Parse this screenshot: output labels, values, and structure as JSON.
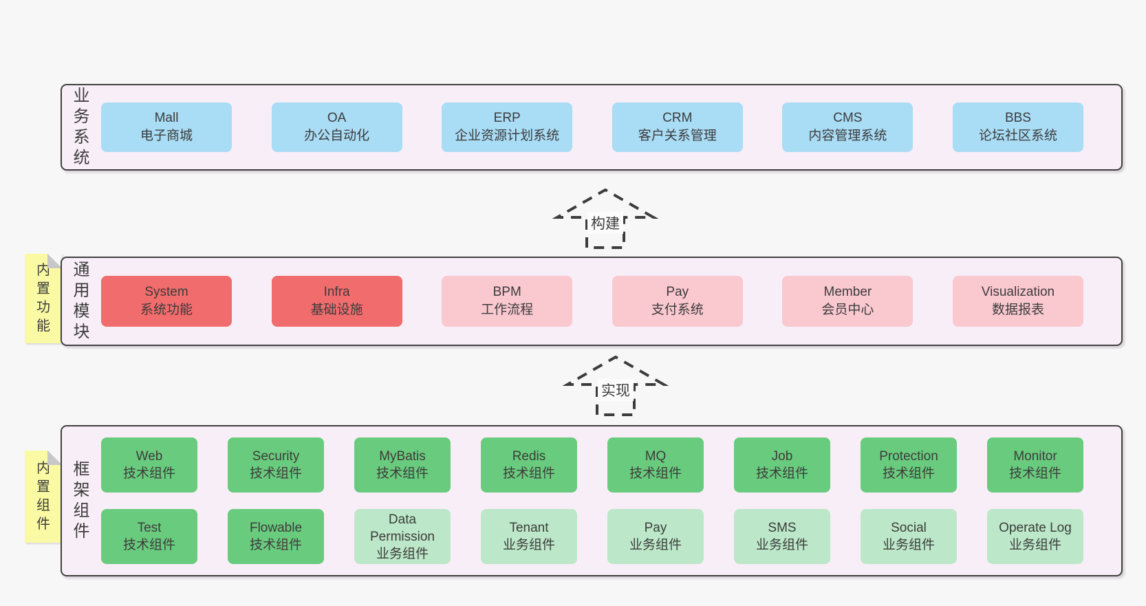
{
  "colors": {
    "page_bg": "#f7f7f7",
    "panel_bg": "#f8eef7",
    "panel_border": "#404040",
    "blue_box": "#a9dcf5",
    "red_box": "#f16c6c",
    "pink_box": "#fac8cf",
    "green_dark_box": "#69cb7d",
    "green_light_box": "#bce8c9",
    "tab_bg": "#fafaa4",
    "text": "#3c3c3c"
  },
  "arrows": {
    "build": {
      "label": "构建"
    },
    "implement": {
      "label": "实现"
    }
  },
  "sections": {
    "business": {
      "side_label": "业务系统",
      "boxes": [
        {
          "name": "Mall",
          "desc": "电子商城"
        },
        {
          "name": "OA",
          "desc": "办公自动化"
        },
        {
          "name": "ERP",
          "desc": "企业资源计划系统"
        },
        {
          "name": "CRM",
          "desc": "客户关系管理"
        },
        {
          "name": "CMS",
          "desc": "内容管理系统"
        },
        {
          "name": "BBS",
          "desc": "论坛社区系统"
        }
      ]
    },
    "modules": {
      "tab": "内置功能",
      "side_label": "通用模块",
      "boxes": [
        {
          "name": "System",
          "desc": "系统功能"
        },
        {
          "name": "Infra",
          "desc": "基础设施"
        },
        {
          "name": "BPM",
          "desc": "工作流程"
        },
        {
          "name": "Pay",
          "desc": "支付系统"
        },
        {
          "name": "Member",
          "desc": "会员中心"
        },
        {
          "name": "Visualization",
          "desc": "数据报表"
        }
      ]
    },
    "components": {
      "tab": "内置组件",
      "side_label": "框架组件",
      "row1": [
        {
          "name": "Web",
          "desc": "技术组件"
        },
        {
          "name": "Security",
          "desc": "技术组件"
        },
        {
          "name": "MyBatis",
          "desc": "技术组件"
        },
        {
          "name": "Redis",
          "desc": "技术组件"
        },
        {
          "name": "MQ",
          "desc": "技术组件"
        },
        {
          "name": "Job",
          "desc": "技术组件"
        },
        {
          "name": "Protection",
          "desc": "技术组件"
        },
        {
          "name": "Monitor",
          "desc": "技术组件"
        }
      ],
      "row2": [
        {
          "name": "Test",
          "desc": "技术组件"
        },
        {
          "name": "Flowable",
          "desc": "技术组件"
        },
        {
          "name": "Data Permission",
          "desc": "业务组件"
        },
        {
          "name": "Tenant",
          "desc": "业务组件"
        },
        {
          "name": "Pay",
          "desc": "业务组件"
        },
        {
          "name": "SMS",
          "desc": "业务组件"
        },
        {
          "name": "Social",
          "desc": "业务组件"
        },
        {
          "name": "Operate Log",
          "desc": "业务组件"
        }
      ]
    }
  }
}
